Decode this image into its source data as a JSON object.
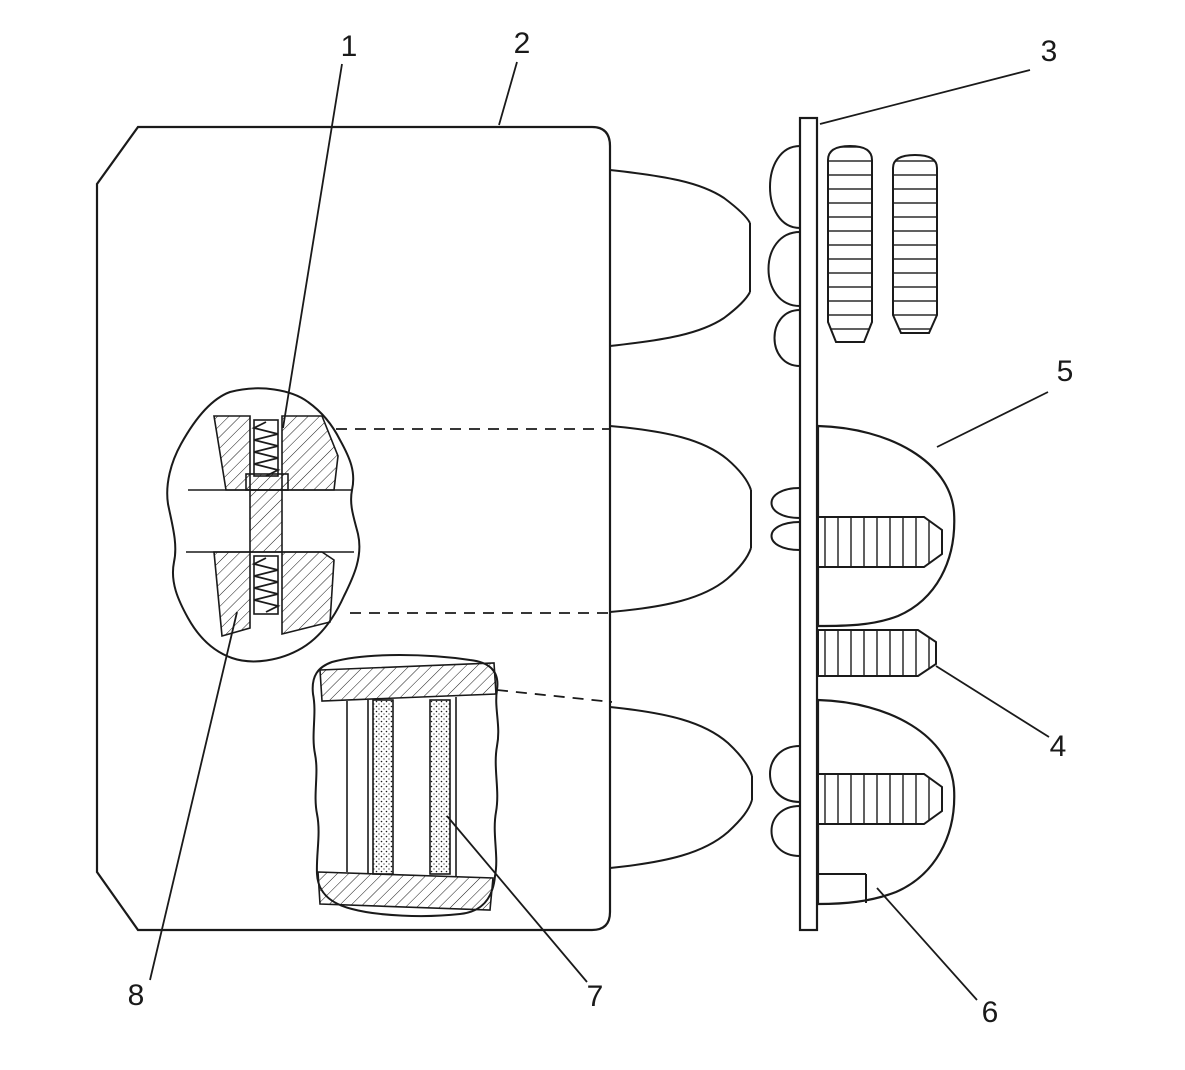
{
  "drawing": {
    "background_color": "#ffffff",
    "line_color": "#1a1a1a"
  },
  "callouts": [
    {
      "label": "1"
    },
    {
      "label": "2"
    },
    {
      "label": "3"
    },
    {
      "label": "4"
    },
    {
      "label": "5"
    },
    {
      "label": "6"
    },
    {
      "label": "7"
    },
    {
      "label": "8"
    }
  ]
}
